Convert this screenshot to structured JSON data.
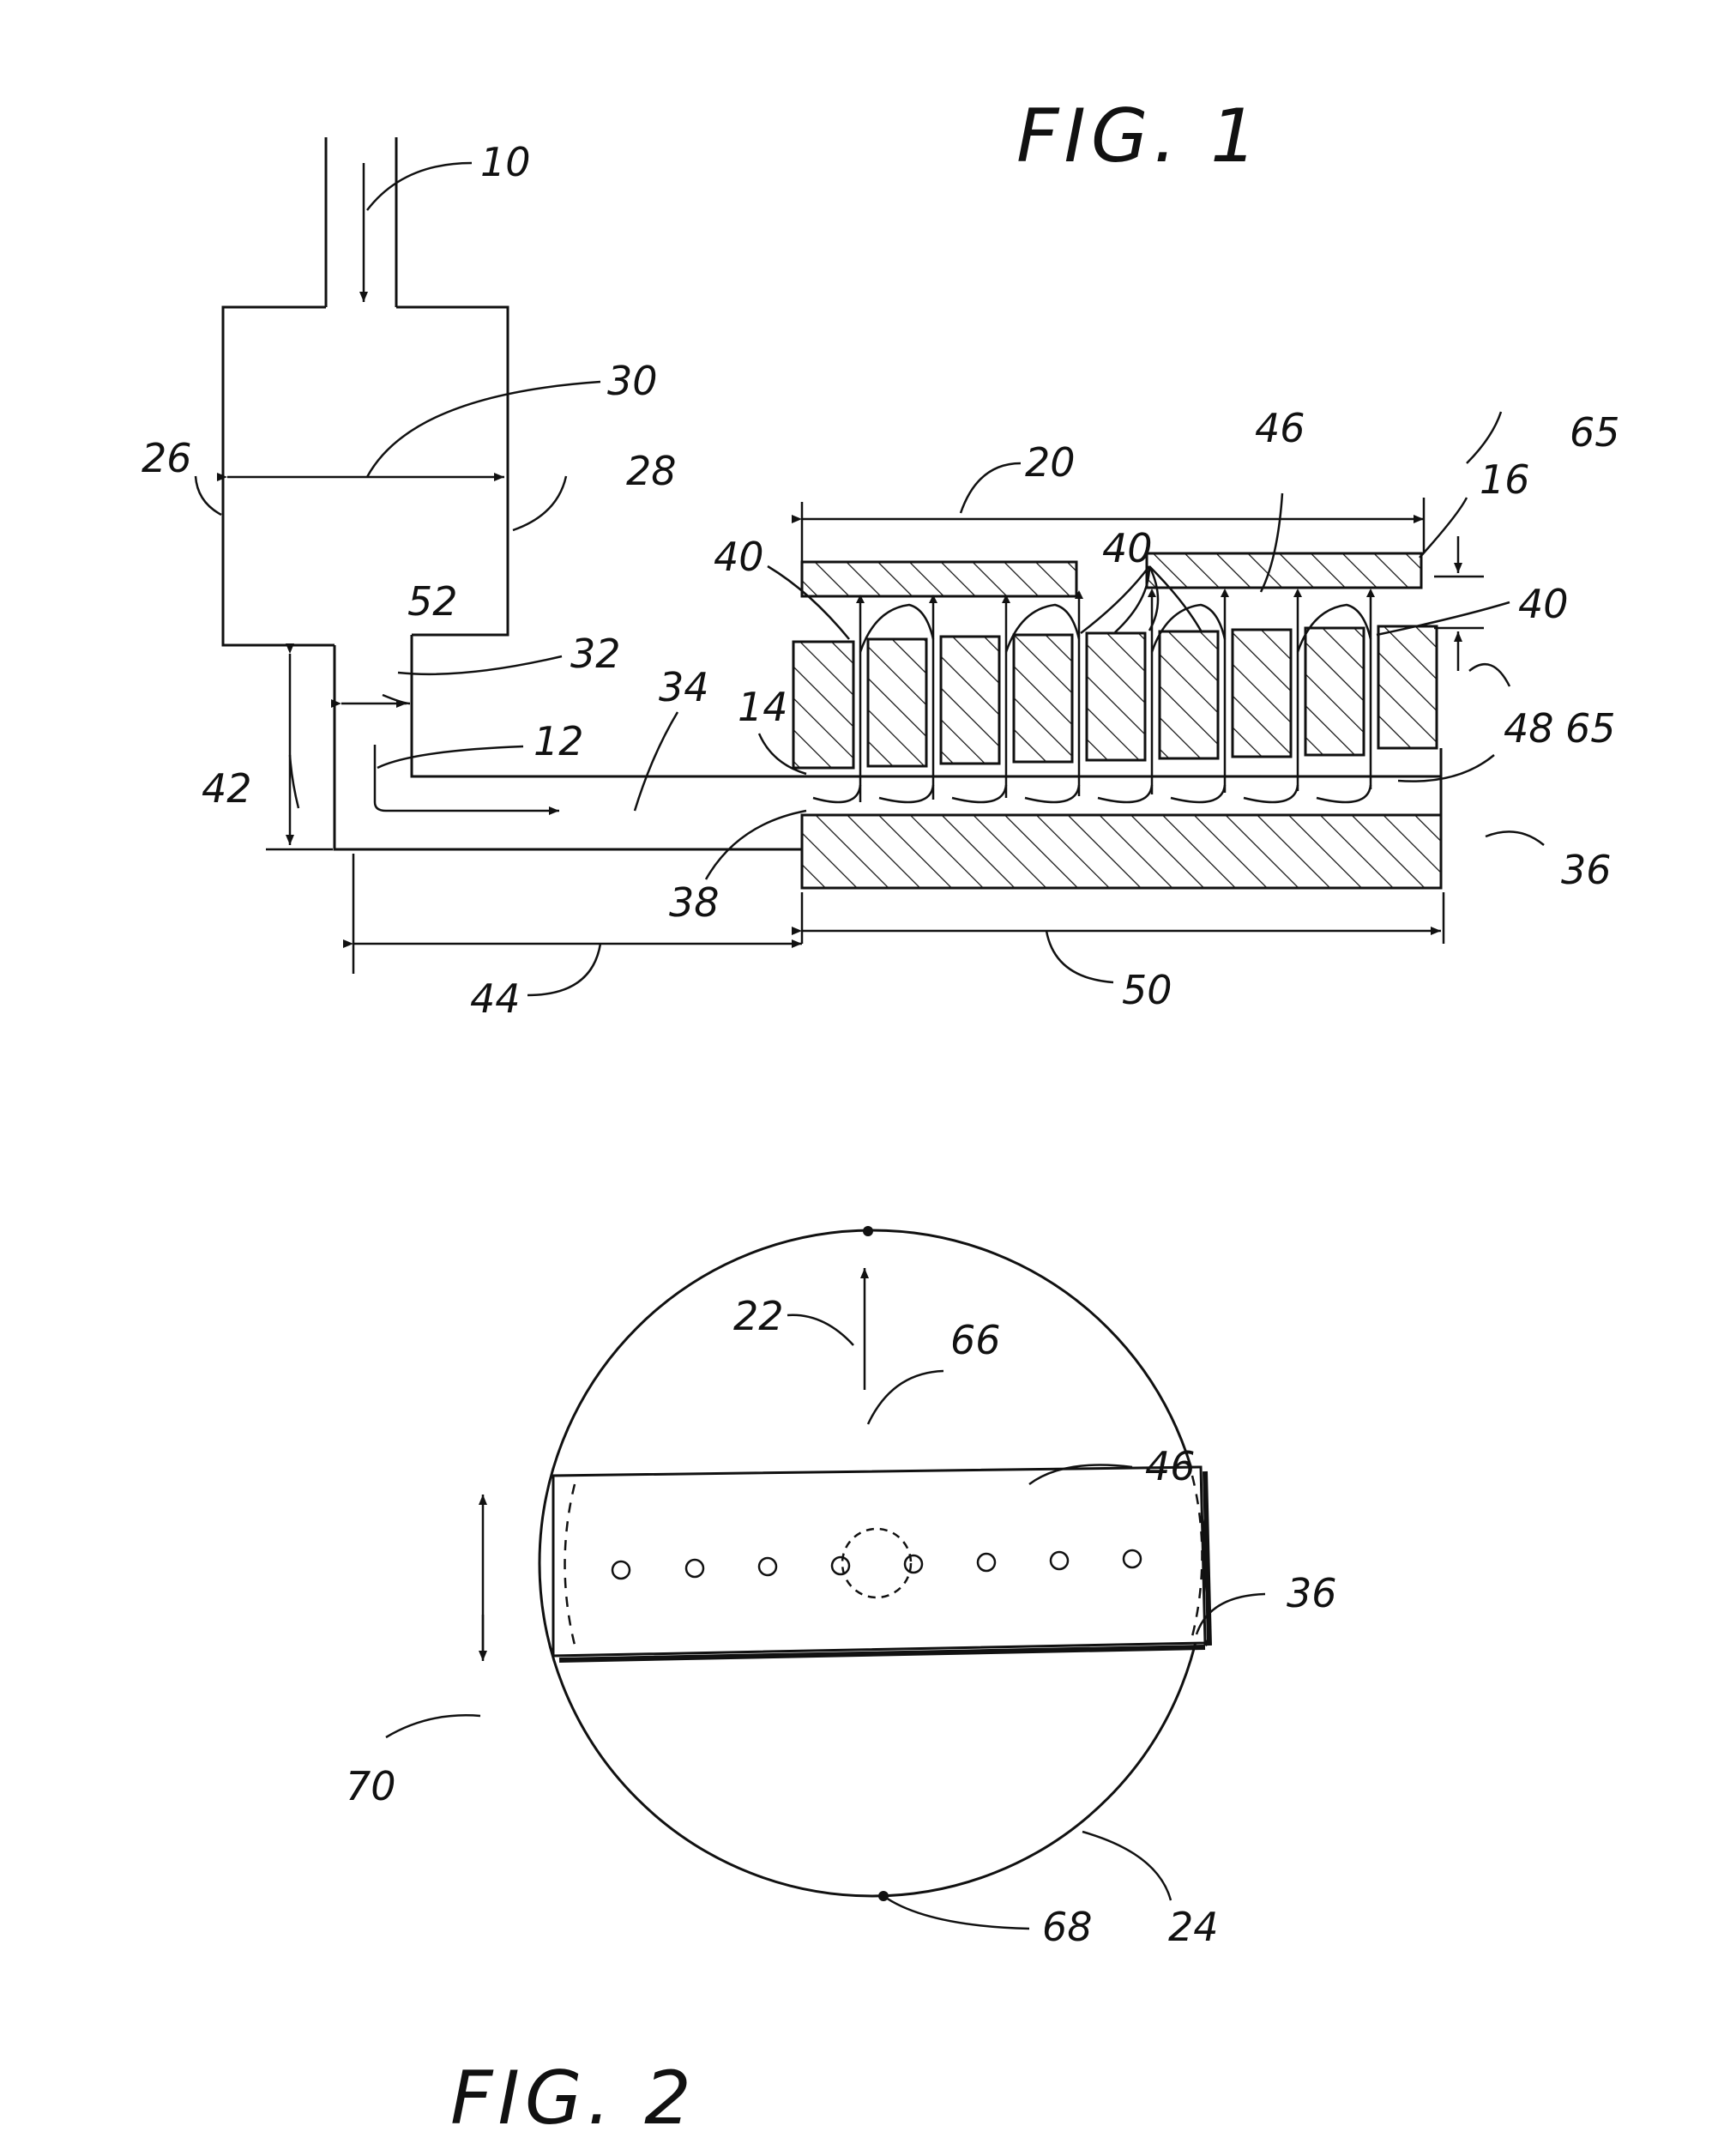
{
  "figures": [
    {
      "id": "fig1",
      "title": "FIG. 1"
    },
    {
      "id": "fig2",
      "title": "FIG. 2"
    }
  ],
  "labels": {
    "fig1": {
      "n10": "10",
      "n30": "30",
      "n26": "26",
      "n28": "28",
      "n52": "52",
      "n32": "32",
      "n12": "12",
      "n34": "34",
      "n14": "14",
      "n42": "42",
      "n38": "38",
      "n44": "44",
      "n50": "50",
      "n20": "20",
      "n46": "46",
      "n16": "16",
      "n65a": "65",
      "n65b": "65",
      "n40a": "40",
      "n40b": "40",
      "n40c": "40",
      "n48": "48",
      "n36": "36"
    },
    "fig2": {
      "n22": "22",
      "n66": "66",
      "n46": "46",
      "n36": "36",
      "n70": "70",
      "n24": "24",
      "n68": "68"
    }
  }
}
